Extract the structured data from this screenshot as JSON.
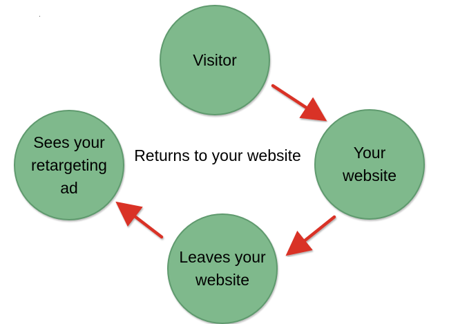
{
  "colors": {
    "node_fill": "#7fb98c",
    "node_border": "#5f9a6e",
    "arrow": "#d93025",
    "text": "#000000"
  },
  "nodes": {
    "visitor": "Visitor",
    "your_website": "Your\nwebsite",
    "leaves": "Leaves your\nwebsite",
    "sees_ad": "Sees your\nretargeting\nad"
  },
  "edges": {
    "returns_label": "Returns to your website"
  }
}
